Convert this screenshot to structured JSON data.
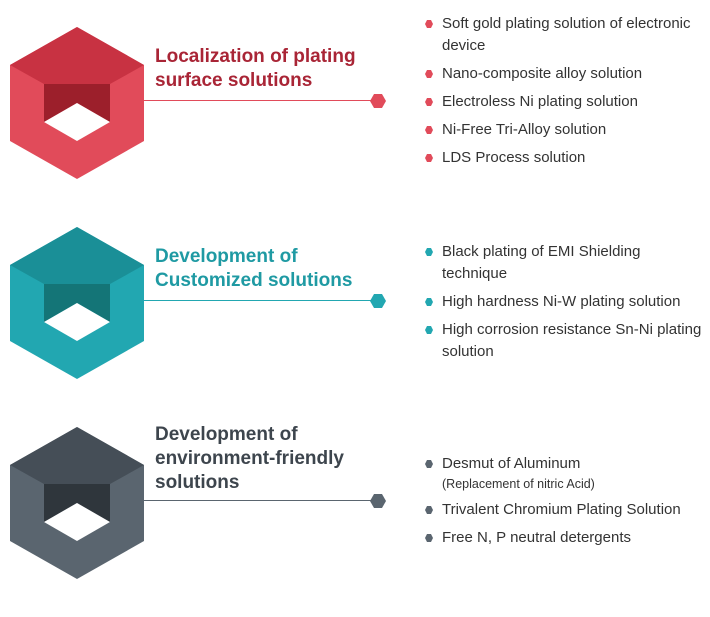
{
  "sections": [
    {
      "title": "Localization of plating\nsurface solutions",
      "color": "#e14b5a",
      "color_dark": "#c83242",
      "color_inner": "#9c1f2b",
      "title_color": "#a92536",
      "items": [
        {
          "text": "Soft gold plating solution of electronic device"
        },
        {
          "text": "Nano-composite alloy solution"
        },
        {
          "text": "Electroless Ni plating solution"
        },
        {
          "text": "Ni-Free Tri-Alloy solution"
        },
        {
          "text": "LDS Process solution"
        }
      ]
    },
    {
      "title": "Development of\nCustomized solutions",
      "color": "#22a7b1",
      "color_dark": "#1a8f97",
      "color_inner": "#147577",
      "title_color": "#1f9aa3",
      "items": [
        {
          "text": "Black plating of EMI Shielding technique"
        },
        {
          "text": "High hardness Ni-W plating solution"
        },
        {
          "text": "High corrosion resistance Sn-Ni plating solution"
        }
      ]
    },
    {
      "title": "Development of\nenvironment-friendly\nsolutions",
      "color": "#5a656f",
      "color_dark": "#454e57",
      "color_inner": "#2f363c",
      "title_color": "#3d454d",
      "items": [
        {
          "text": "Desmut of Aluminum",
          "note": "(Replacement of nitric Acid)"
        },
        {
          "text": "Trivalent Chromium Plating Solution"
        },
        {
          "text": "Free N, P neutral detergents"
        }
      ]
    }
  ]
}
